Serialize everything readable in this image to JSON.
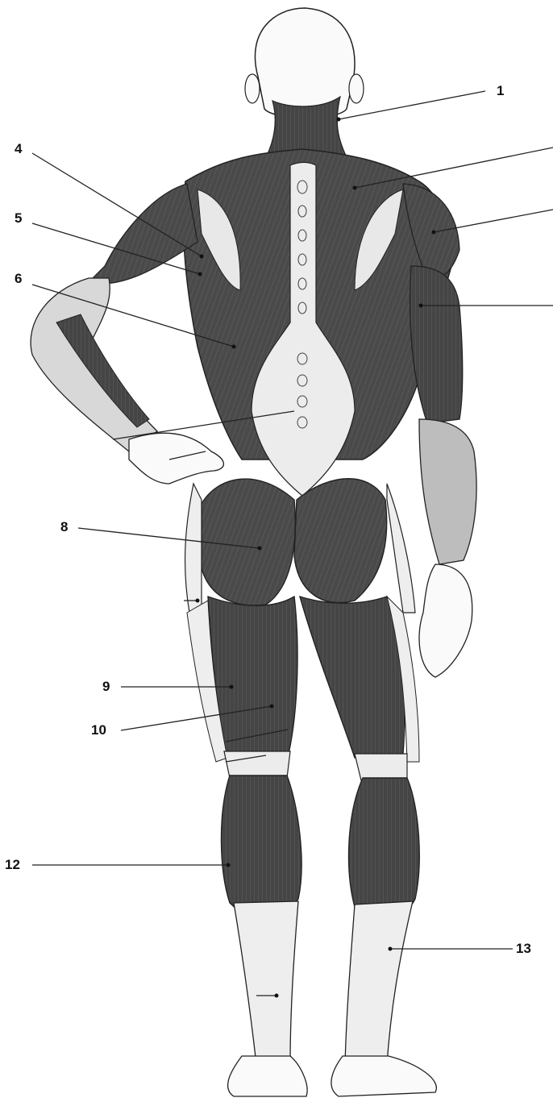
{
  "labels": {
    "l1": "1",
    "l4": "4",
    "l5": "5",
    "l6": "6",
    "l8": "8",
    "l9": "9",
    "l10": "10",
    "l12": "12",
    "l13": "13"
  },
  "colors": {
    "muscle": "#4a4a4a",
    "muscle_dark": "#333333",
    "tendon": "#ececec",
    "skin": "#f7f7f7",
    "outline": "#222222",
    "leader": "#222222"
  }
}
